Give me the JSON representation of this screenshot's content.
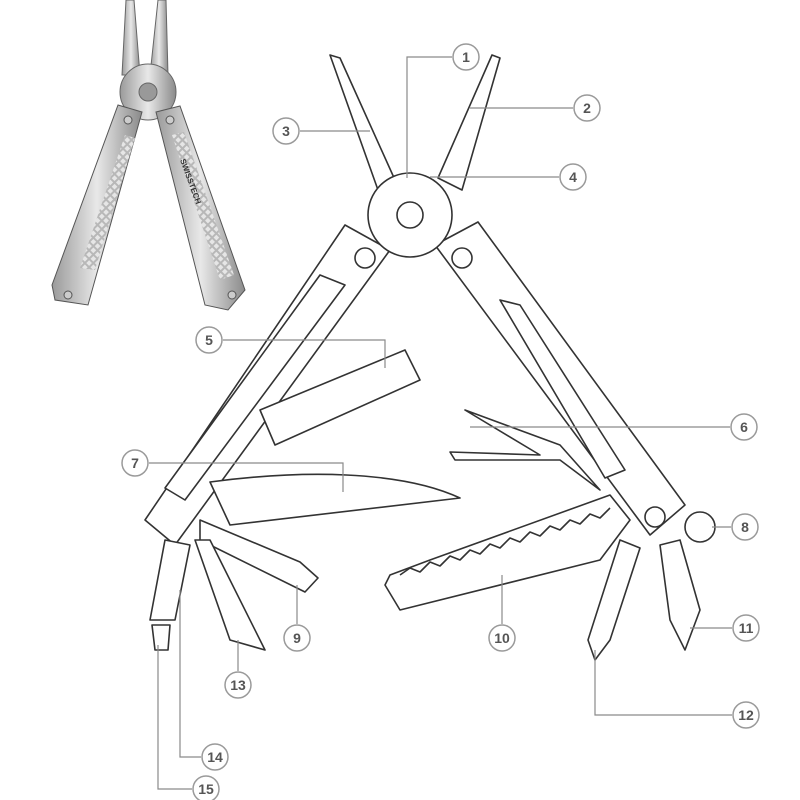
{
  "photo": {
    "logo_text": "SWISSTECH"
  },
  "callouts": [
    "1",
    "2",
    "3",
    "4",
    "5",
    "6",
    "7",
    "8",
    "9",
    "10",
    "11",
    "12",
    "13",
    "14",
    "15"
  ]
}
